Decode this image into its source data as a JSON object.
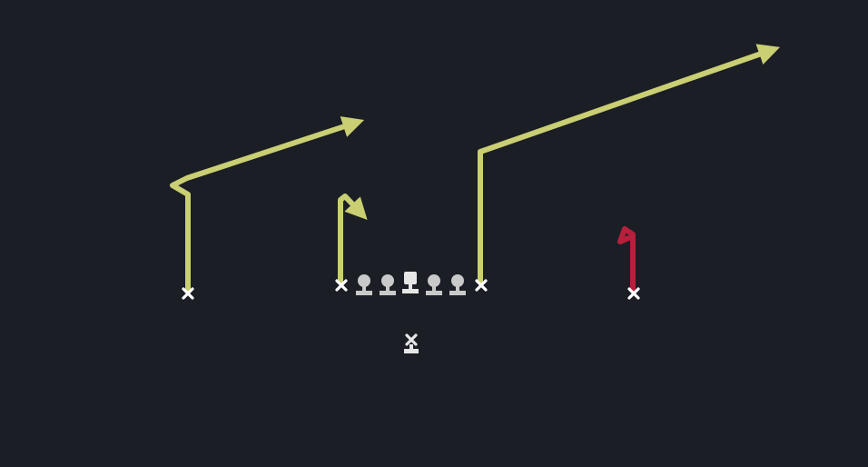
{
  "play": {
    "colors": {
      "background": "#1b1e25",
      "route_primary": "#c9cf72",
      "route_highlight": "#b81f3b",
      "player_marker": "#ffffff",
      "lineman": "#c9c9c9",
      "center": "#e6e6e6"
    },
    "players": [
      {
        "id": "wr-left",
        "role": "receiver",
        "marker": "x-icon",
        "route": "corner-route",
        "route_color": "primary"
      },
      {
        "id": "te-left",
        "role": "receiver",
        "marker": "x-icon",
        "route": "curl-route",
        "route_color": "primary"
      },
      {
        "id": "slot-right",
        "role": "receiver",
        "marker": "x-icon",
        "route": "post-corner-route",
        "route_color": "primary"
      },
      {
        "id": "wr-right",
        "role": "receiver",
        "marker": "x-icon",
        "route": "hitch-route",
        "route_color": "highlight"
      },
      {
        "id": "qb",
        "role": "quarterback",
        "marker": "x-icon"
      }
    ],
    "line": [
      "left-tackle",
      "left-guard",
      "center",
      "right-guard",
      "right-tackle"
    ]
  }
}
